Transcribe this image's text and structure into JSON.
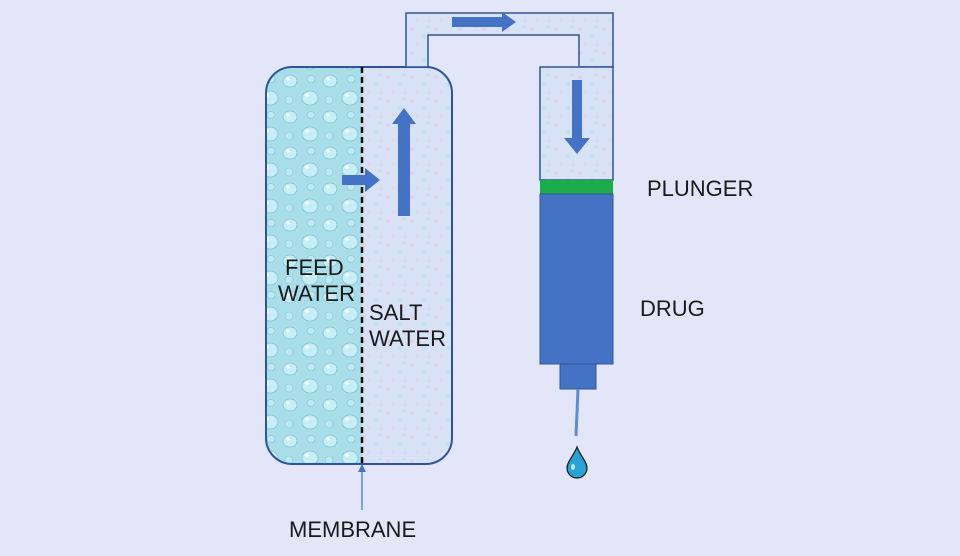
{
  "labels": {
    "feed_water_line1": "FEED",
    "feed_water_line2": "WATER",
    "salt_water_line1": "SALT",
    "salt_water_line2": "WATER",
    "membrane": "MEMBRANE",
    "plunger": "PLUNGER",
    "drug": "DRUG"
  },
  "colors": {
    "background": "#e3e6f8",
    "feed_water": "#a9dde8",
    "salt_water": "#d8e2f6",
    "drug": "#4472c4",
    "plunger": "#1aab4a",
    "arrow": "#4472c4",
    "outline": "#2f5597",
    "droplet": "#29a3d6"
  }
}
